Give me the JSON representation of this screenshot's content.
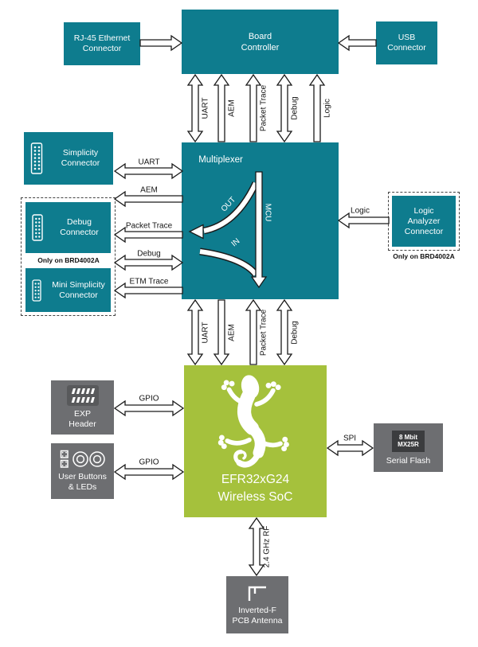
{
  "colors": {
    "teal": "#0e7c8e",
    "green": "#a5c13c",
    "gray": "#6d6e71",
    "chip": "#3b3c3e"
  },
  "top": {
    "rj45_lines": [
      "RJ-45 Ethernet",
      "Connector"
    ],
    "board_controller_lines": [
      "Board",
      "Controller"
    ],
    "usb_lines": [
      "USB",
      "Connector"
    ]
  },
  "left_column": {
    "simplicity_lines": [
      "Simplicity",
      "Connector"
    ],
    "debug_lines": [
      "Debug",
      "Connector"
    ],
    "mini_lines": [
      "Mini Simplicity",
      "Connector"
    ],
    "only_note": "Only on BRD4002A"
  },
  "right_column": {
    "logic_lines": [
      "Logic",
      "Analyzer",
      "Connector"
    ],
    "only_note": "Only on BRD4002A"
  },
  "mux": {
    "title": "Multiplexer",
    "out_label": "OUT",
    "mcu_label": "MCU",
    "in_label": "IN"
  },
  "soc_lines": [
    "EFR32xG24",
    "Wireless SoC"
  ],
  "peripherals": {
    "exp_lines": [
      "EXP",
      "Header"
    ],
    "buttons_lines": [
      "User Buttons",
      "& LEDs"
    ],
    "flash_chip_lines": [
      "8 Mbit",
      "MX25R"
    ],
    "flash_label": "Serial Flash",
    "antenna_lines": [
      "Inverted-F",
      "PCB Antenna"
    ]
  },
  "buses": {
    "top_uart": "UART",
    "top_aem": "AEM",
    "top_packet_trace": "Packet Trace",
    "top_debug": "Debug",
    "top_logic": "Logic",
    "left_uart": "UART",
    "left_aem": "AEM",
    "left_packet_trace": "Packet Trace",
    "left_debug": "Debug",
    "left_etm": "ETM Trace",
    "right_logic": "Logic",
    "bottom_uart": "UART",
    "bottom_aem": "AEM",
    "bottom_packet_trace": "Packet Trace",
    "bottom_debug": "Debug",
    "gpio_exp": "GPIO",
    "gpio_buttons": "GPIO",
    "spi": "SPI",
    "rf": "2.4 GHz RF"
  },
  "icons": {
    "simplicity": "pin-header-icon",
    "debug": "pin-header-icon",
    "mini": "pin-header-icon",
    "exp": "exp-header-icon",
    "buttons": "buttons-leds-icon",
    "antenna": "inverted-f-antenna-icon",
    "soc": "gecko-logo",
    "flash": "flash-chip-label"
  }
}
